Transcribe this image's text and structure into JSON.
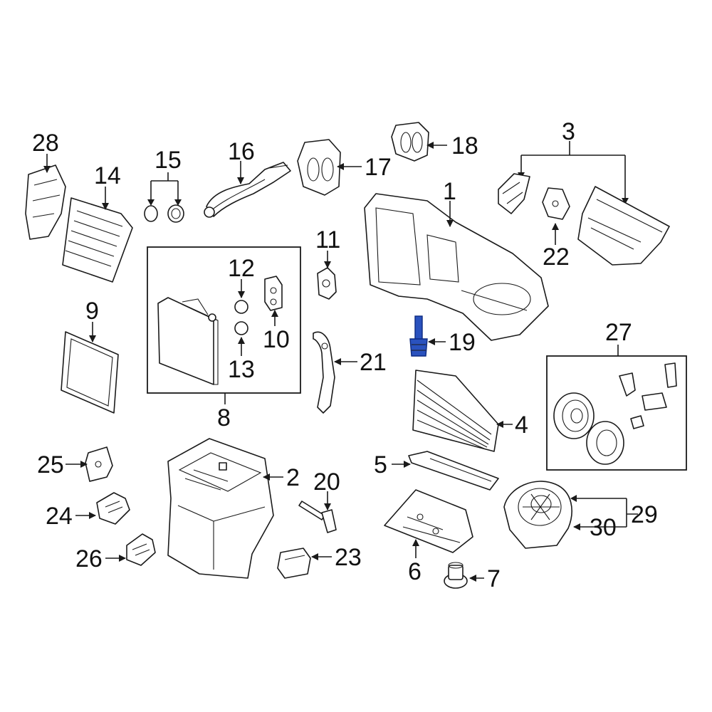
{
  "highlight_color": "#2a52be",
  "callouts": {
    "c1": "1",
    "c2": "2",
    "c3": "3",
    "c4": "4",
    "c5": "5",
    "c6": "6",
    "c7": "7",
    "c8": "8",
    "c9": "9",
    "c10": "10",
    "c11": "11",
    "c12": "12",
    "c13": "13",
    "c14": "14",
    "c15": "15",
    "c16": "16",
    "c17": "17",
    "c18": "18",
    "c19": "19",
    "c20": "20",
    "c21": "21",
    "c22": "22",
    "c23": "23",
    "c24": "24",
    "c25": "25",
    "c26": "26",
    "c27": "27",
    "c28": "28",
    "c29": "29",
    "c30": "30"
  }
}
